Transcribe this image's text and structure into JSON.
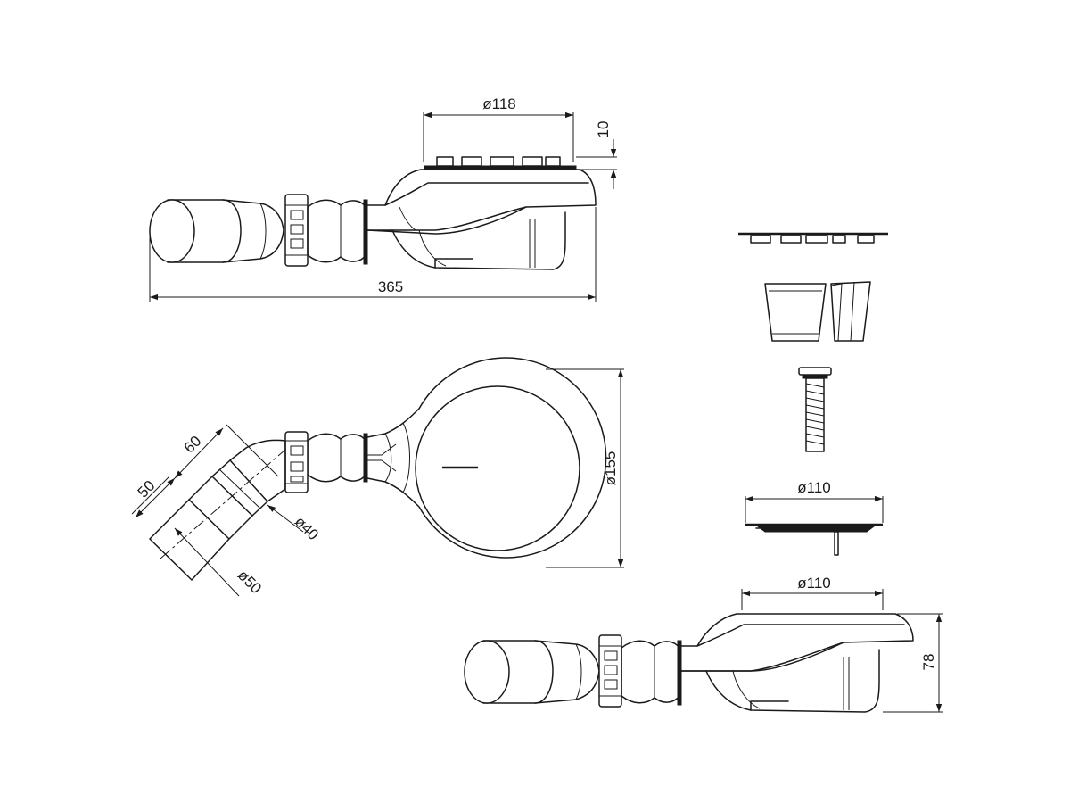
{
  "dimensions": {
    "grate_top_diameter": "ø118",
    "grate_height": "10",
    "overall_length": "365",
    "body_diameter": "ø155",
    "elbow_length_60": "60",
    "elbow_length_50": "50",
    "inner_diameter_40": "ø40",
    "outer_diameter_50": "ø50",
    "cover_diameter": "ø110",
    "side_cover_diameter": "ø110",
    "side_height": "78"
  }
}
